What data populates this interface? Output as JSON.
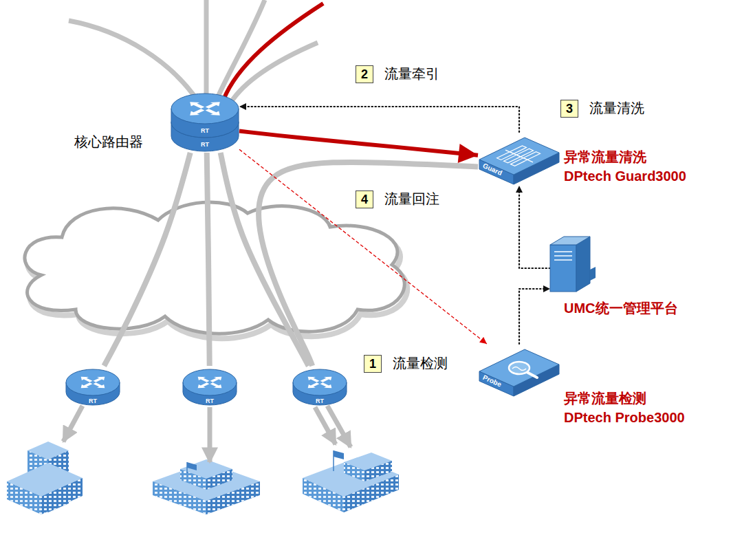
{
  "diagram": {
    "nodes": [
      {
        "text": [
          "RT",
          "RT",
          "核心路由器"
        ]
      },
      {
        "text": [
          "Guard",
          "异常流量清洗 DPtech Guard3000"
        ]
      },
      {
        "text": [
          "UMC统一管理平台"
        ]
      },
      {
        "text": [
          "Probe",
          "异常流量检测 DPtech Probe3000"
        ]
      },
      {
        "text": [
          "RT"
        ]
      },
      {
        "text": [
          "RT"
        ]
      },
      {
        "text": [
          "RT"
        ]
      }
    ],
    "edges": [
      {
        "from": 1,
        "to": 0,
        "arrow": "to"
      },
      {
        "from": 0,
        "to": 1,
        "arrow": "to"
      },
      {
        "from": 1,
        "to": 6,
        "arrow": "none"
      },
      {
        "from": 0,
        "to": 3,
        "arrow": "to"
      },
      {
        "from": 3,
        "to": 2,
        "arrow": "to"
      },
      {
        "from": 2,
        "to": 1,
        "arrow": "to"
      },
      {
        "from": 0,
        "to": 4,
        "arrow": "none"
      },
      {
        "from": 0,
        "to": 5,
        "arrow": "none"
      },
      {
        "from": 0,
        "to": 6,
        "arrow": "none"
      }
    ],
    "labels": [
      "2",
      "流量牵引",
      "3",
      "流量清洗",
      "4",
      "流量回注",
      "1",
      "流量检测"
    ]
  }
}
